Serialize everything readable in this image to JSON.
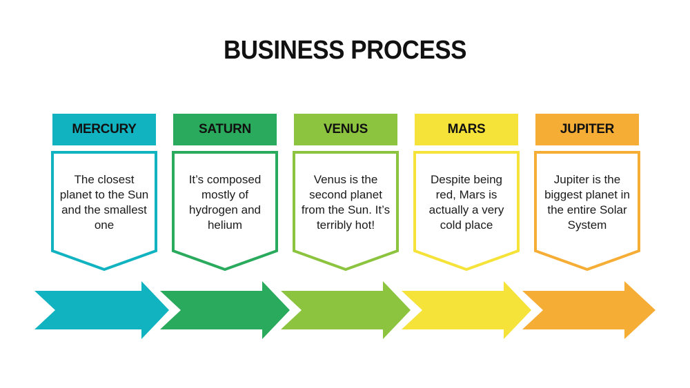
{
  "title": "BUSINESS PROCESS",
  "colors": {
    "teal": "#12b3c0",
    "green": "#2aaa5c",
    "light_green": "#8cc43f",
    "yellow": "#f5e33a",
    "orange": "#f6ad35",
    "text": "#111111"
  },
  "steps": [
    {
      "name": "MERCURY",
      "text": "The closest planet to the Sun and the smallest one",
      "color": "#12b3c0"
    },
    {
      "name": "SATURN",
      "text": "It’s composed mostly of hydrogen and helium",
      "color": "#2aaa5c"
    },
    {
      "name": "VENUS",
      "text": "Venus is the second planet from the Sun. It’s terribly hot!",
      "color": "#8cc43f"
    },
    {
      "name": "MARS",
      "text": "Despite being red, Mars is actually a very cold place",
      "color": "#f5e33a"
    },
    {
      "name": "JUPITER",
      "text": "Jupiter is the biggest planet in the entire Solar System",
      "color": "#f6ad35"
    }
  ]
}
